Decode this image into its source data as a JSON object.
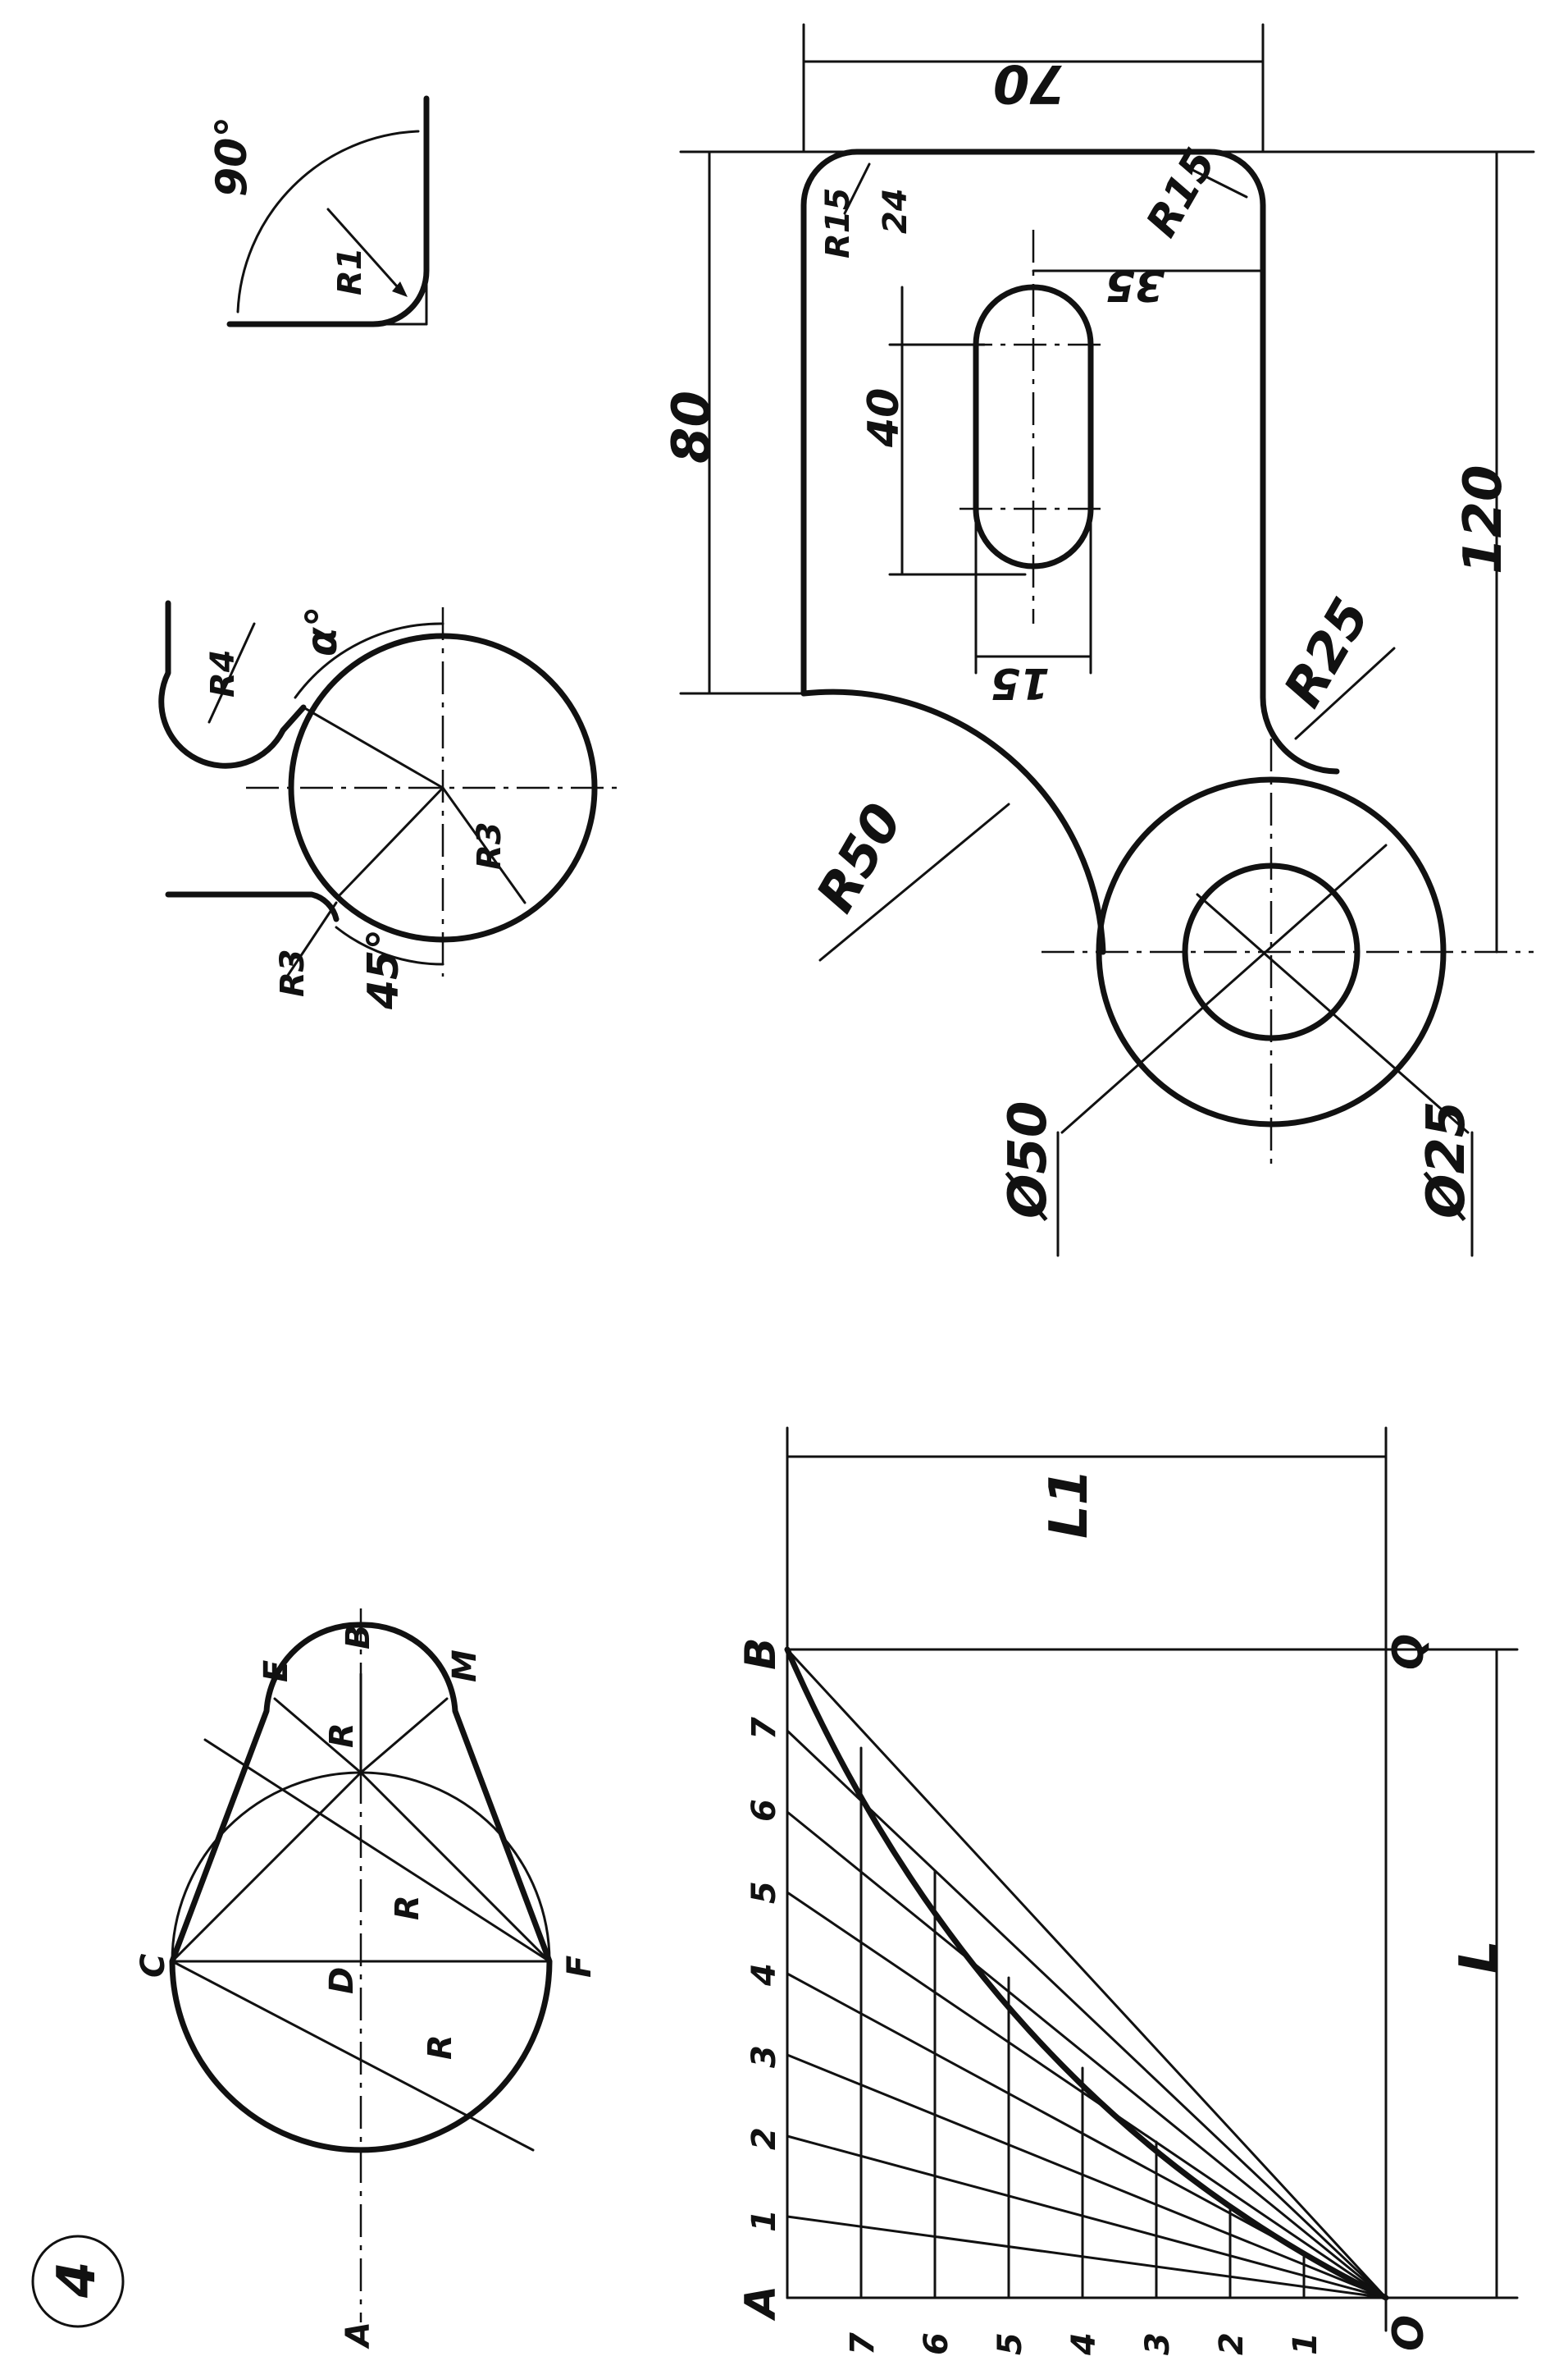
{
  "page_number": "4",
  "drawing_tl": {
    "angle": "90°",
    "radius": "R1"
  },
  "drawing_ml": {
    "radius_a": "R4",
    "angle_a": "α°",
    "radius_b": "R3",
    "radius_c": "R3",
    "angle_b": "45°"
  },
  "drawing_part": {
    "dim_top": "70",
    "dim_left": "80",
    "dim_right": "120",
    "dim_offset": "35",
    "dim_slot_len": "40",
    "dim_slot_w": "15",
    "dim_corner": "24",
    "radius_corner_l": "R15",
    "radius_corner_r": "R15",
    "radius_fillet": "R25",
    "radius_arc": "R50",
    "dia_outer": "Ø50",
    "dia_inner": "Ø25"
  },
  "drawing_oval": {
    "points": {
      "A": "A",
      "B": "B",
      "C": "C",
      "D": "D",
      "E": "E",
      "F": "F",
      "M": "M"
    },
    "radius_small": "R",
    "radius_mid": "R",
    "radius_big": "R"
  },
  "drawing_parabola": {
    "point_a": "A",
    "point_b": "B",
    "point_o": "O",
    "point_q": "Q",
    "dim_l": "L",
    "dim_l1": "L1",
    "top_marks": [
      "1",
      "2",
      "3",
      "4",
      "5",
      "6",
      "7"
    ],
    "bottom_marks": [
      "7",
      "6",
      "5",
      "4",
      "3",
      "2",
      "1"
    ]
  }
}
